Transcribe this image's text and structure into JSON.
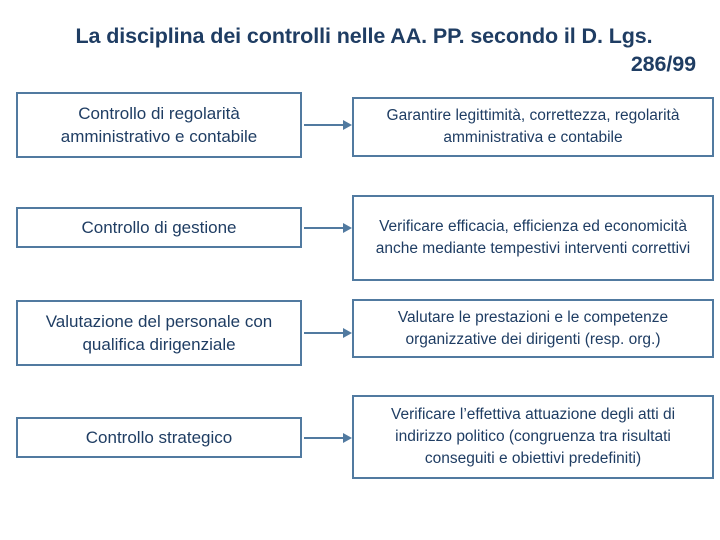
{
  "slide": {
    "title_line_1": "La disciplina dei controlli nelle AA. PP. secondo il  D. Lgs.",
    "title_line_2": "286/99",
    "title_color": "#1F3D63",
    "box_border_color": "#517AA0",
    "arrow_color": "#517AA0",
    "background_color": "#FFFFFF"
  },
  "rows": [
    {
      "control": "Controllo di regolarità amministrativo e contabile",
      "purpose": "Garantire legittimità, correttezza, regolarità amministrativa e contabile",
      "arrow": "arrow-right-icon"
    },
    {
      "control": "Controllo di gestione",
      "purpose": "Verificare efficacia, efficienza ed economicità anche mediante tempestivi interventi correttivi",
      "arrow": "arrow-right-icon"
    },
    {
      "control": "Valutazione del personale con qualifica dirigenziale",
      "purpose": "Valutare le prestazioni e le competenze organizzative dei dirigenti (resp. org.)",
      "arrow": "arrow-right-icon"
    },
    {
      "control": "Controllo strategico",
      "purpose": "Verificare l’effettiva attuazione degli atti di indirizzo politico (congruenza tra risultati conseguiti e obiettivi predefiniti)",
      "arrow": "arrow-right-icon"
    }
  ]
}
